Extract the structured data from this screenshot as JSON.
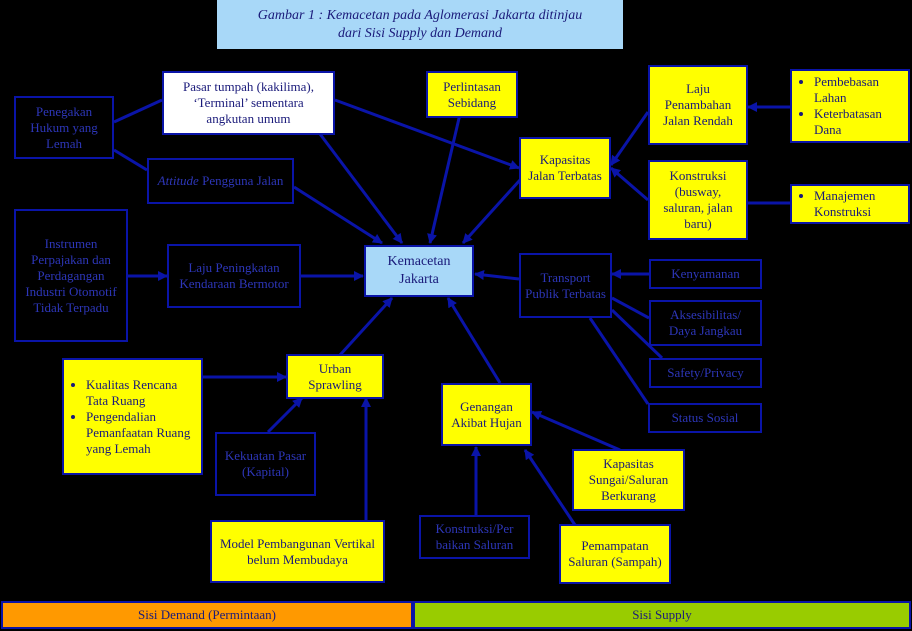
{
  "title": {
    "line1": "Gambar 1 : Kemacetan pada Aglomerasi Jakarta ditinjau",
    "line2": "dari Sisi Supply dan Demand"
  },
  "center": "Kemacetan Jakarta",
  "nodes": {
    "pasar_tumpah": "Pasar tumpah (kakilima), ‘Terminal’ sementara angkutan umum",
    "penegakan_hukum": "Penegakan Hukum yang Lemah",
    "attitude_prefix": "Attitude",
    "attitude_rest": " Pengguna Jalan",
    "instrumen": "Instrumen Perpajakan dan Perdagangan Industri Otomotif Tidak Terpadu",
    "laju_kendaraan": "Laju Peningkatan Kendaraan Bermotor",
    "kualitas_items": [
      "Kualitas Rencana Tata Ruang",
      "Pengendalian Pemanfaatan Ruang yang Lemah"
    ],
    "urban_sprawling": "Urban Sprawling",
    "kekuatan_pasar": "Kekuatan Pasar (Kapital)",
    "model_pembangunan": "Model Pembangunan Vertikal belum Membudaya",
    "perlintasan": "Perlintasan Sebidang",
    "kapasitas_jalan": "Kapasitas Jalan Terbatas",
    "laju_jalan": "Laju Penambahan Jalan Rendah",
    "pembebasan_items": [
      "Pembebasan Lahan",
      "Keterbatasan Dana"
    ],
    "konstruksi": "Konstruksi (busway, saluran, jalan baru)",
    "manajemen_items": [
      "Manajemen Konstruksi"
    ],
    "transport_publik": "Transport Publik Terbatas",
    "kenyamanan": "Kenyamanan",
    "aksesibilitas": "Aksesibilitas/ Daya Jangkau",
    "safety": "Safety/Privacy",
    "status_sosial": "Status Sosial",
    "genangan": "Genangan Akibat Hujan",
    "kapasitas_sungai": "Kapasitas Sungai/Saluran Berkurang",
    "konstruksi_saluran": "Konstruksi/Per baikan Saluran",
    "pemampatan": "Pemampatan Saluran (Sampah)"
  },
  "footer": {
    "demand": "Sisi Demand (Permintaan)",
    "supply": "Sisi Supply"
  },
  "colors": {
    "background": "#000000",
    "box_yellow": "#ffff00",
    "center": "#a8d8f8",
    "line": "#0a14a8",
    "demand": "#ff9900",
    "supply": "#99cc00"
  }
}
